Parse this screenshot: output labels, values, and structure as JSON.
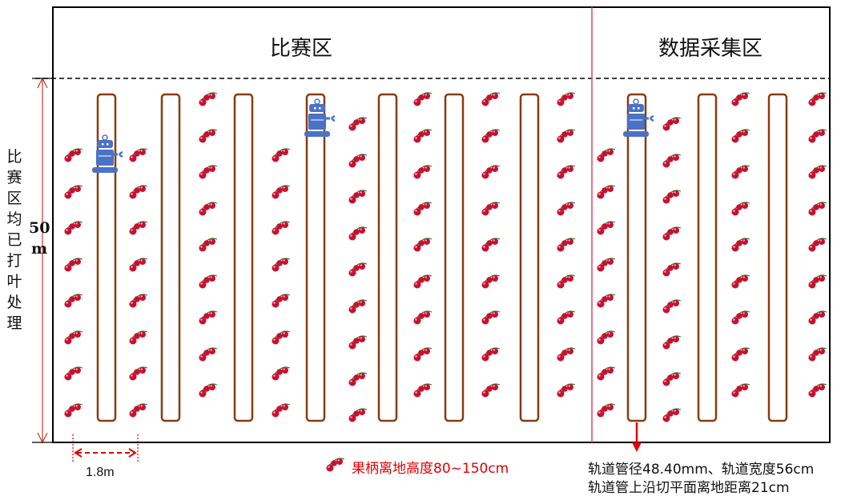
{
  "zones": {
    "competition": "比赛区",
    "data_collection": "数据采集区"
  },
  "side_label": {
    "chars": [
      "比",
      "赛",
      "区",
      "均",
      "已",
      "打",
      "叶",
      "处",
      "理"
    ],
    "length_value": "50",
    "length_unit": "m"
  },
  "row_spacing_label": "1.8m",
  "legend": {
    "fruit_height": "果柄离地高度80~150cm"
  },
  "rail_notes": {
    "line1": "轨道管径48.40mm、轨道宽度56cm",
    "line2": "轨道管上沿切平面离地距离21cm"
  },
  "colors": {
    "rail": "#8b3a0f",
    "fruit": "#c8102e",
    "robot": "#4a72c6",
    "divider": "#e05070",
    "arrow": "#e00000"
  },
  "icons": {
    "robot": "robot-icon",
    "fruit_cluster": "tomato-cluster-icon"
  }
}
